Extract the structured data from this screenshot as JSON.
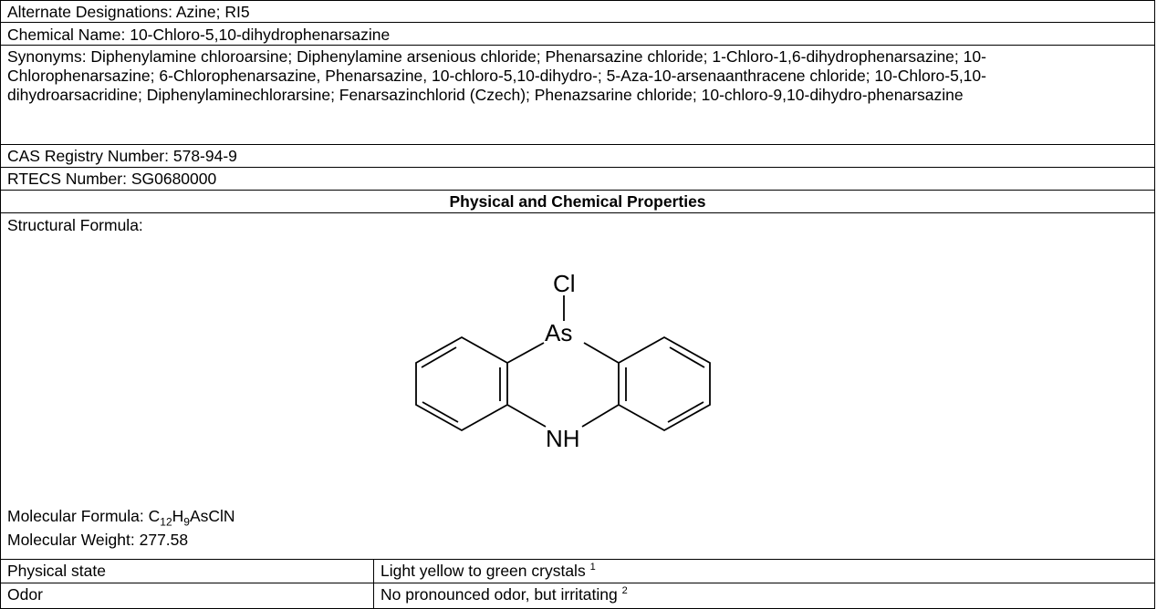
{
  "rows": {
    "alternate_designations": "Alternate Designations:  Azine; RI5",
    "chemical_name": "Chemical Name:  10-Chloro-5,10-dihydrophenarsazine",
    "synonyms": "Synonyms:  Diphenylamine chloroarsine; Diphenylamine arsenious chloride; Phenarsazine chloride; 1-Chloro-1,6-dihydrophenarsazine; 10-Chlorophenarsazine; 6-Chlorophenarsazine, Phenarsazine, 10-chloro-5,10-dihydro-; 5-Aza-10-arsenaanthracene chloride; 10-Chloro-5,10-dihydroarsacridine; Diphenylaminechlorarsine; Fenarsazinchlorid (Czech); Phenazsarine chloride; 10-chloro-9,10-dihydro-phenarsazine",
    "cas_number": "CAS Registry Number:  578-94-9",
    "rtecs_number": "RTECS Number:  SG0680000",
    "section_heading": "Physical and Chemical Properties"
  },
  "structure": {
    "label": "Structural Formula:",
    "atom_cl": "Cl",
    "atom_as": "As",
    "atom_nh": "NH"
  },
  "molecular_formula": {
    "label": "Molecular Formula:  ",
    "c": "C",
    "c_count": "12",
    "h": "H",
    "h_count": "9",
    "rest": "AsClN"
  },
  "molecular_weight": "Molecular Weight:  277.58",
  "properties": [
    {
      "name": "Physical state",
      "value": "Light yellow to green crystals ",
      "ref": "1"
    },
    {
      "name": "Odor",
      "value": "No pronounced odor, but irritating ",
      "ref": "2"
    }
  ]
}
